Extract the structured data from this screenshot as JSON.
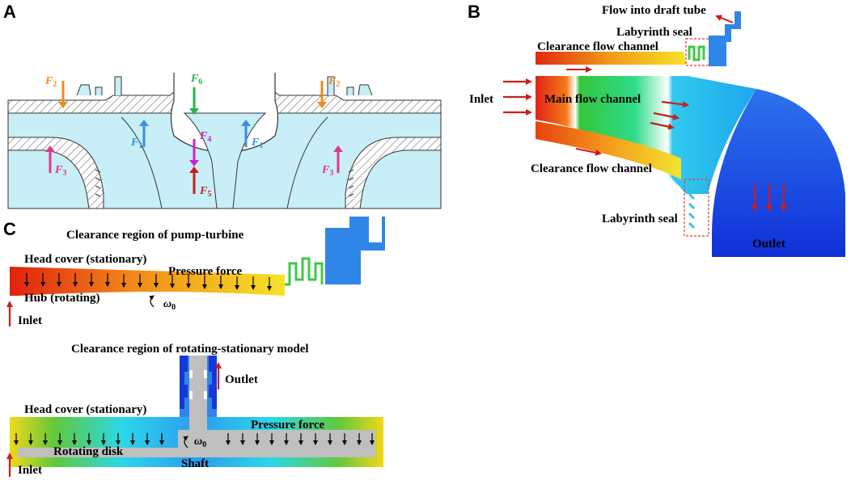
{
  "panels": {
    "a": "A",
    "b": "B",
    "c": "C"
  },
  "panel_a": {
    "forces": [
      {
        "symbol": "F",
        "sub": "2",
        "color": "#f08a1c"
      },
      {
        "symbol": "F",
        "sub": "6",
        "color": "#2bb14a"
      },
      {
        "symbol": "F",
        "sub": "2",
        "color": "#f08a1c"
      },
      {
        "symbol": "F",
        "sub": "1",
        "color": "#3a8fe0"
      },
      {
        "symbol": "F",
        "sub": "4",
        "color": "#cc22cc"
      },
      {
        "symbol": "F",
        "sub": "1",
        "color": "#3a8fe0"
      },
      {
        "symbol": "F",
        "sub": "3",
        "color": "#e0388a"
      },
      {
        "symbol": "F",
        "sub": "5",
        "color": "#c81e1e"
      },
      {
        "symbol": "F",
        "sub": "3",
        "color": "#e0388a"
      }
    ]
  },
  "panel_b": {
    "flow_into_draft_tube": "Flow into draft tube",
    "labyrinth_seal_top": "Labyrinth seal",
    "clearance_flow_channel_top": "Clearance flow channel",
    "inlet": "Inlet",
    "main_flow_channel": "Main flow channel",
    "clearance_flow_channel_bottom": "Clearance flow channel",
    "labyrinth_seal_bottom": "Labyrinth seal",
    "outlet": "Outlet"
  },
  "panel_c": {
    "title_top": "Clearance region of pump-turbine",
    "head_cover_top": "Head cover (stationary)",
    "pressure_force_top": "Pressure force",
    "hub": "Hub (rotating)",
    "omega_top": "ω",
    "omega_top_sub": "0",
    "inlet_top": "Inlet",
    "title_bottom": "Clearance region of rotating-stationary model",
    "outlet": "Outlet",
    "head_cover_bottom": "Head cover (stationary)",
    "pressure_force_bottom": "Pressure force",
    "omega_bottom": "ω",
    "omega_bottom_sub": "0",
    "rotating_disk": "Rotating disk",
    "shaft": "Shaft",
    "inlet_bottom": "Inlet"
  },
  "colors": {
    "red_arrow": "#c81e1e",
    "cavity_fill": "#c8eef7",
    "solid_gray": "#bfbfbf",
    "labyrinth_blue": "#2f86e6"
  }
}
